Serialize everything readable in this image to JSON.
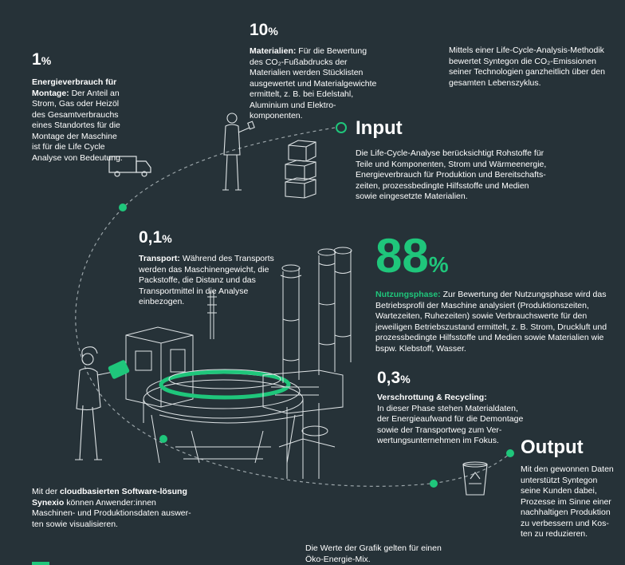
{
  "energy_montage": {
    "pct_value": "1",
    "pct_unit": "%",
    "label": "Energieverbrauch für Montage:",
    "text": " Der Anteil an Strom, Gas oder Heizöl des Gesamtverbrauchs eines Standortes für die Montage der Maschine ist für die Life Cycle Analyse von Bedeutung."
  },
  "materials": {
    "pct_value": "10",
    "pct_unit": "%",
    "label": "Materialien:",
    "text": " Für die Bewertung des CO₂-Fußabdrucks der Materialien werden Stücklisten ausgewertet und Materialgewichte ermittelt, z. B. bei Edelstahl, Aluminium und Elektro-komponenten."
  },
  "methodology": {
    "text": "Mittels einer Life-Cycle-Analysis-Methodik bewertet Syntegon die CO₂-Emissionen seiner Technologien ganzheitlich über den gesamten Lebenszyklus."
  },
  "input": {
    "title": "Input",
    "text": "Die Life-Cycle-Analyse berücksichtigt Rohstoffe für Teile und Komponenten, Strom und Wärmeenergie, Energieverbrauch für Produktion und Bereitschafts-zeiten, prozessbedingte Hilfsstoffe und Medien sowie eingesetzte Materialien."
  },
  "transport": {
    "pct_value": "0,1",
    "pct_unit": "%",
    "label": "Transport:",
    "text": " Während des Transports werden das Maschinengewicht, die Packstoffe, die Distanz und das Transportmittel in die Analyse einbezogen."
  },
  "usage": {
    "pct_value": "88",
    "pct_unit": "%",
    "label": "Nutzungsphase:",
    "text": " Zur Bewertung der Nutzungsphase wird das Betriebsprofil der Maschine analysiert (Produktionszeiten, Wartezeiten, Ruhezeiten) sowie Verbrauchswerte für den jeweiligen Betriebszustand ermittelt, z. B. Strom, Druckluft und prozessbedingte Hilfsstoffe und Medien sowie Materialien wie bspw. Klebstoff, Wasser."
  },
  "recycling": {
    "pct_value": "0,3",
    "pct_unit": "%",
    "label": "Verschrottung & Recycling:",
    "text": "In dieser Phase stehen Materialdaten, der Energieaufwand für die Demontage sowie der Transportweg zum Ver-wertungsunternehmen im Fokus."
  },
  "output": {
    "title": "Output",
    "text": "Mit den gewonnen Daten unterstützt Syntegon seine Kunden dabei, Prozesse im Sinne einer nachhaltigen Produktion zu verbessern und Kos-ten zu reduzieren."
  },
  "software": {
    "text_pre": "Mit der ",
    "label": "cloudbasierten Software-lösung Synexio",
    "text_post": " können Anwender:innen Maschinen- und Produktionsdaten auswer-ten sowie visualisieren."
  },
  "footnote": {
    "text": "Die Werte der Grafik gelten für einen Öko-Energie-Mix."
  },
  "colors": {
    "background": "#263238",
    "accent": "#1fc67b",
    "text": "#ffffff"
  }
}
